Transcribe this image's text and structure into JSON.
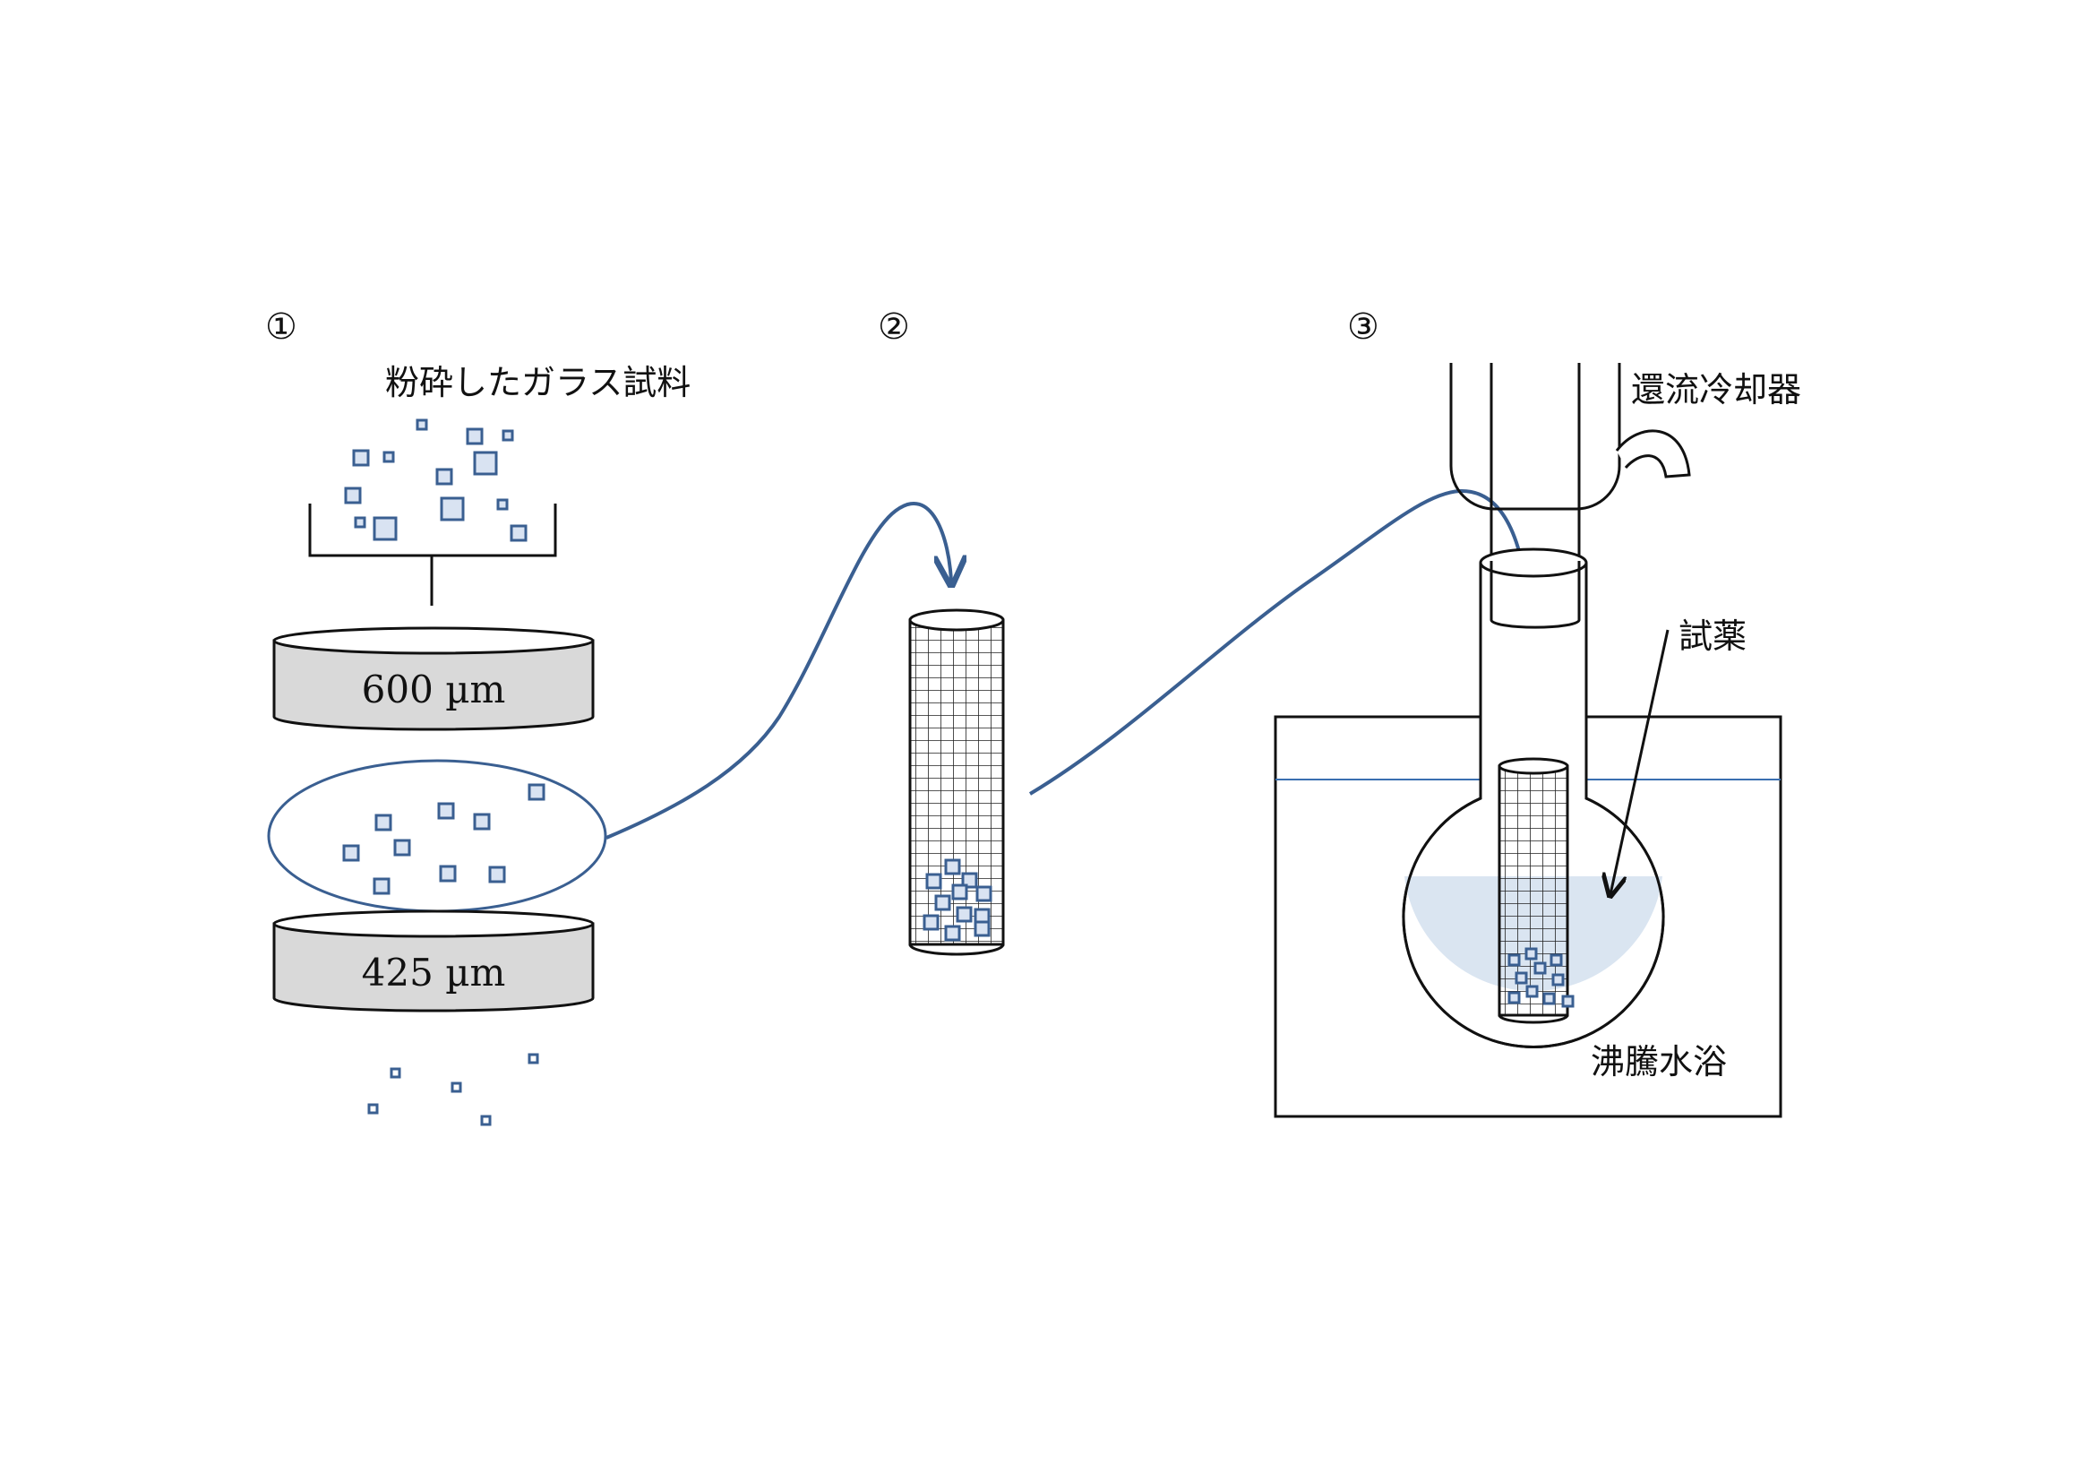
{
  "colors": {
    "particle_stroke": "#3a5f91",
    "particle_fill": "#d9e3f2",
    "arrow": "#3a5f91",
    "sieve_fill": "#d9d9d9",
    "liquid": "#dae5f1",
    "water_line": "#3a6fb0"
  },
  "steps": {
    "s1": {
      "marker": "①",
      "title": "粉砕したガラス試料"
    },
    "s2": {
      "marker": "②"
    },
    "s3": {
      "marker": "③"
    }
  },
  "sieves": {
    "top": "600 µm",
    "bottom": "425 µm"
  },
  "labels": {
    "condenser": "還流冷却器",
    "reagent": "試薬",
    "bath": "沸騰水浴"
  }
}
